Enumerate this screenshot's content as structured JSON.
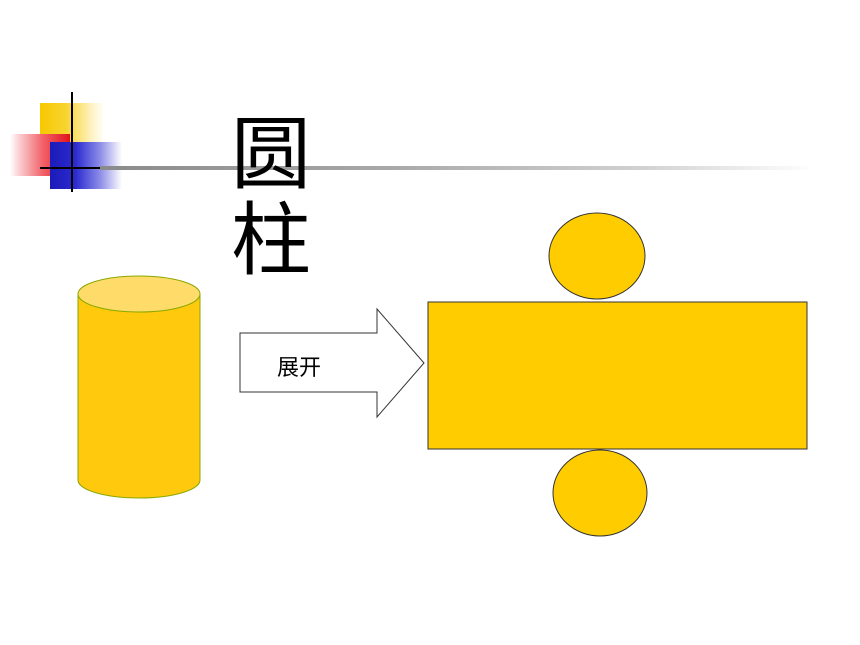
{
  "slide": {
    "title": "圆柱",
    "arrow_label": "展开"
  },
  "colors": {
    "fill": "#ffcc00",
    "cylinder_side": "#ffc90e",
    "cylinder_top": "#ffdc6a",
    "cylinder_outline": "#8aa800",
    "outline": "#333333",
    "deco_yellow": "#f6c800",
    "deco_red": "#e0141c",
    "deco_blue": "#1b1bb8"
  },
  "icons": {
    "arrow": "block-right-arrow",
    "cylinder": "cylinder-shape",
    "net": "cylinder-net"
  }
}
